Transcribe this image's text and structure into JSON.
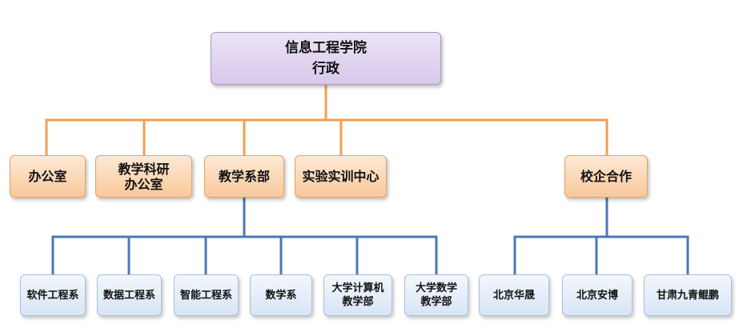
{
  "root": {
    "line1": "信息工程学院",
    "line2": "行政"
  },
  "level2": {
    "office": "办公室",
    "research_line1": "教学科研",
    "research_line2": "办公室",
    "teaching": "教学系部",
    "lab": "实验实训中心",
    "cooperation": "校企合作"
  },
  "level3": {
    "software": "软件工程系",
    "data": "数据工程系",
    "intelligent": "智能工程系",
    "math": "数学系",
    "computing_line1": "大学计算机",
    "computing_line2": "教学部",
    "college_math_line1": "大学数学",
    "college_math_line2": "教学部",
    "huasheng": "北京华晟",
    "anbo": "北京安博",
    "jiuqing": "甘肃九青鲲鹏"
  },
  "colors": {
    "orange_connector": "#f0a052",
    "blue_connector": "#4b78b4"
  }
}
